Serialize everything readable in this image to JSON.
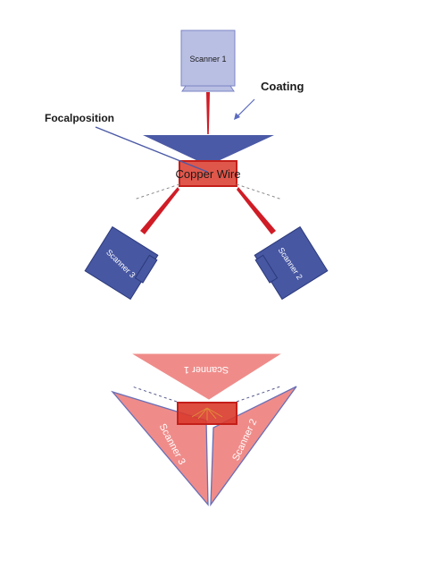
{
  "top_diagram": {
    "scanner_1": "Scanner 1",
    "scanner_2": "Scanner 2",
    "scanner_3": "Scanner 3",
    "coating_label": "Coating",
    "focal_label": "Focalposition",
    "wire_label": "Copper Wire"
  },
  "bottom_diagram": {
    "scanner_1": "Scanner 1",
    "scanner_2": "Scanner 2",
    "scanner_3": "Scanner 3"
  },
  "colors": {
    "scanner_fill": "#4757a2",
    "scanner_stroke": "#2c3a7c",
    "scanner_1_fill": "#b9bfe3",
    "beam": "#d01c26",
    "wire_box": "#d93a2b",
    "wire_border": "#c41f1a",
    "coating": "#4b5aa6",
    "pink": "#ef8c8a",
    "pink_stroke": "#6a6fb5",
    "arrow": "#5b6bc0"
  }
}
